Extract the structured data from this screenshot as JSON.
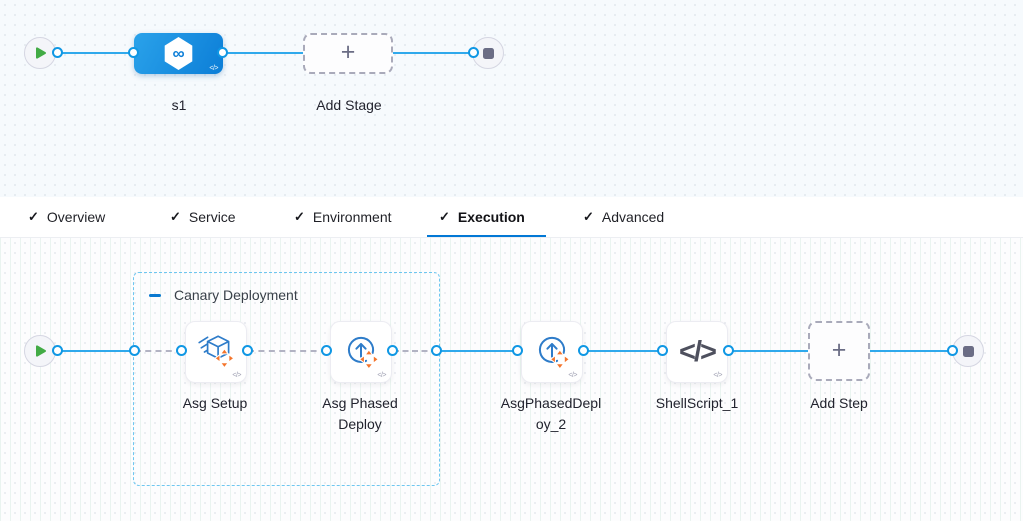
{
  "icons": {
    "check": "✓",
    "plus": "+",
    "infinity": "∞",
    "code": "</>"
  },
  "colors": {
    "accent_blue": "#0092e4",
    "active_tab_underline": "#0278d5",
    "stage_gradient_start": "#2aa2ea",
    "stage_gradient_end": "#0c7ed7",
    "group_border_blue": "#6ec7f0",
    "step_icon_blue": "#2e7cc9",
    "move_arrows_orange": "#f4742b",
    "play_green": "#42ab45",
    "stop_gray": "#6b6d85"
  },
  "stage_graph": {
    "stage_label": "s1",
    "add_stage_label": "Add Stage"
  },
  "tabs": {
    "active_tab": "Execution",
    "items": [
      {
        "label": "Overview",
        "checked": true
      },
      {
        "label": "Service",
        "checked": true
      },
      {
        "label": "Environment",
        "checked": true
      },
      {
        "label": "Execution",
        "checked": true
      },
      {
        "label": "Advanced",
        "checked": true
      }
    ]
  },
  "execution": {
    "group_label": "Canary Deployment",
    "steps": [
      {
        "label": "Asg Setup",
        "icon": "asg-setup-icon"
      },
      {
        "label": "Asg Phased Deploy",
        "icon": "asg-phased-deploy-icon"
      },
      {
        "label": "AsgPhasedDeploy_2",
        "icon": "asg-phased-deploy-icon"
      },
      {
        "label": "ShellScript_1",
        "icon": "shell-script-icon"
      }
    ],
    "add_step_label": "Add Step"
  }
}
